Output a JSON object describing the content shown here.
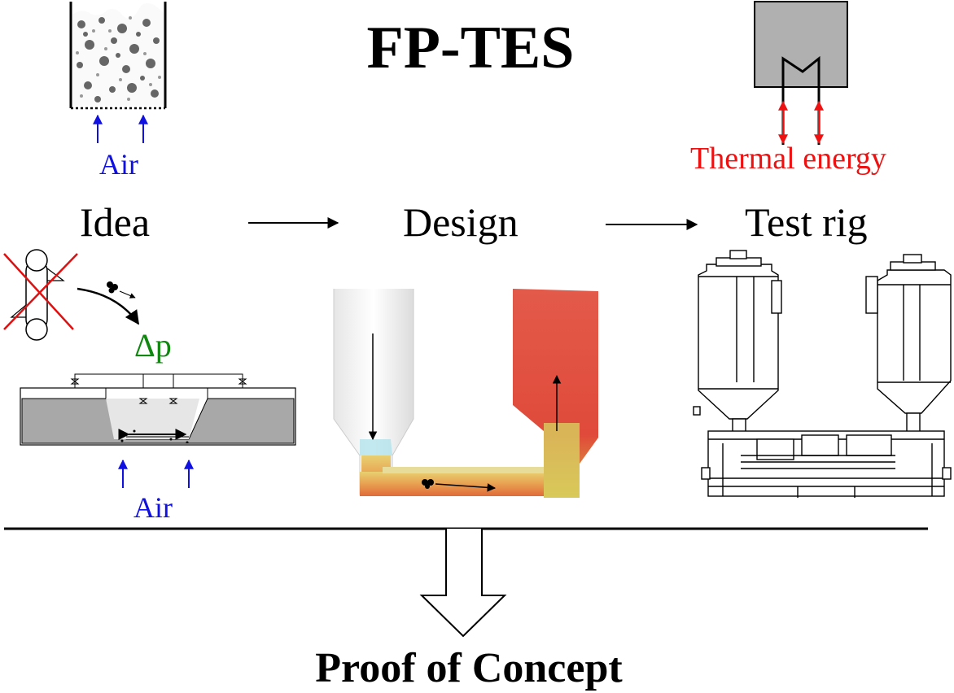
{
  "title": "FP-TES",
  "stages": {
    "idea": "Idea",
    "design": "Design",
    "test_rig": "Test rig"
  },
  "labels": {
    "air_top": "Air",
    "air_bottom": "Air",
    "thermal_energy": "Thermal energy",
    "delta_p": "Δp"
  },
  "conclusion": "Proof of Concept",
  "colors": {
    "air": "#1010e0",
    "thermal": "#ee1111",
    "delta_p": "#10880f",
    "storage_box": "#b0b0b0",
    "sim_hot": "#e04a3a",
    "sim_warm": "#e8c84a"
  }
}
